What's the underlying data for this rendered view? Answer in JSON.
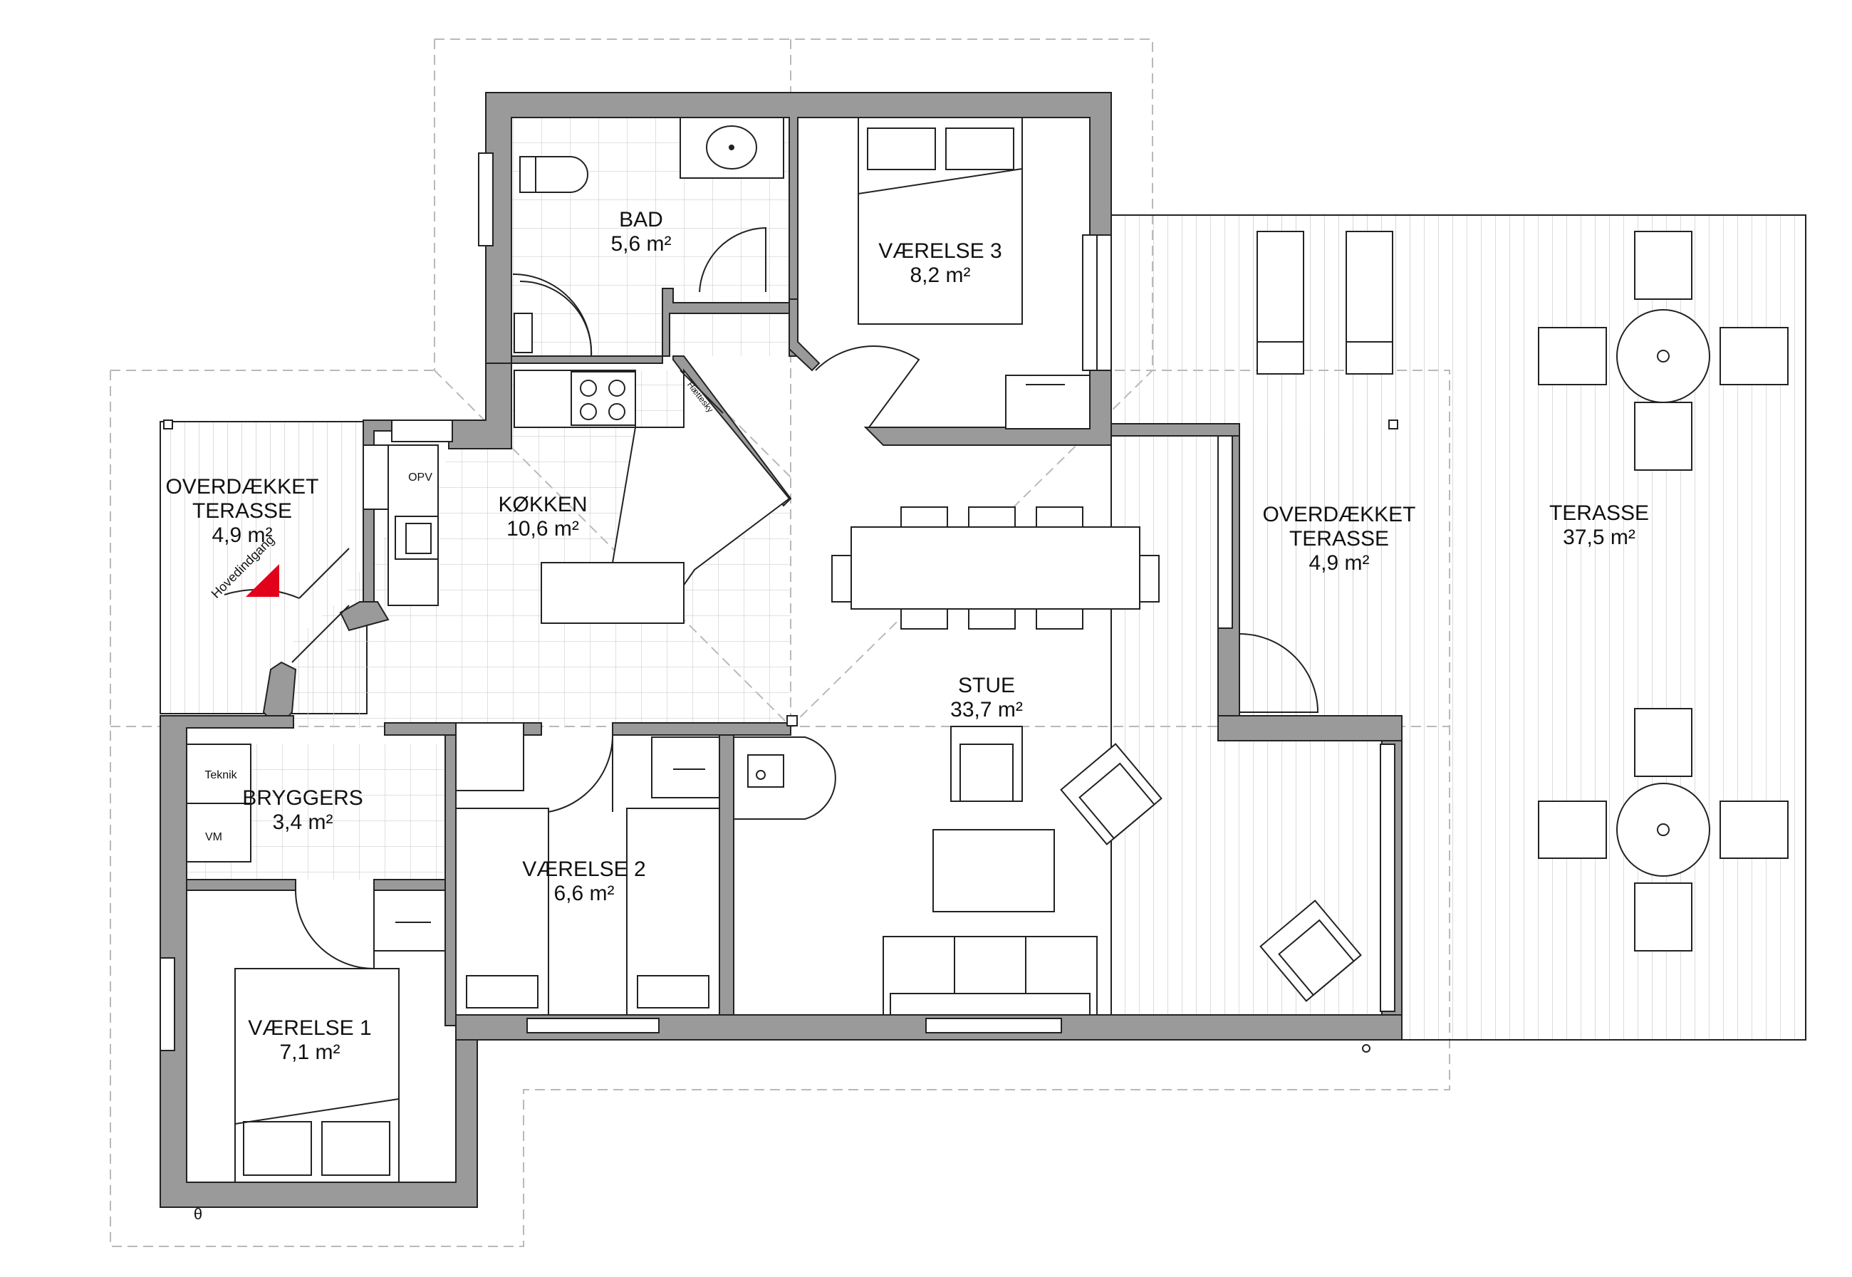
{
  "rooms": {
    "bad": {
      "name": "BAD",
      "area": "5,6 m²"
    },
    "vaerelse3": {
      "name": "VÆRELSE 3",
      "area": "8,2 m²"
    },
    "koekken": {
      "name": "KØKKEN",
      "area": "10,6 m²"
    },
    "overdaekket_vest": {
      "name_line1": "OVERDÆKKET",
      "name_line2": "TERASSE",
      "area": "4,9 m²"
    },
    "overdaekket_oest": {
      "name_line1": "OVERDÆKKET",
      "name_line2": "TERASSE",
      "area": "4,9 m²"
    },
    "terasse": {
      "name": "TERASSE",
      "area": "37,5 m²"
    },
    "stue": {
      "name": "STUE",
      "area": "33,7 m²"
    },
    "bryggers": {
      "name": "BRYGGERS",
      "area": "3,4 m²"
    },
    "vaerelse2": {
      "name": "VÆRELSE 2",
      "area": "6,6 m²"
    },
    "vaerelse1": {
      "name": "VÆRELSE 1",
      "area": "7,1 m²"
    }
  },
  "labels": {
    "entrance": "Hovedindgang",
    "opv": "OPV",
    "teknik": "Teknik",
    "vm": "VM",
    "hood": "Hættesky",
    "north": "θ"
  },
  "colors": {
    "wall": "#9a9a9a",
    "entrance_marker": "#e3001b",
    "tile_grid": "#cfcfcf",
    "outline": "#222222"
  }
}
